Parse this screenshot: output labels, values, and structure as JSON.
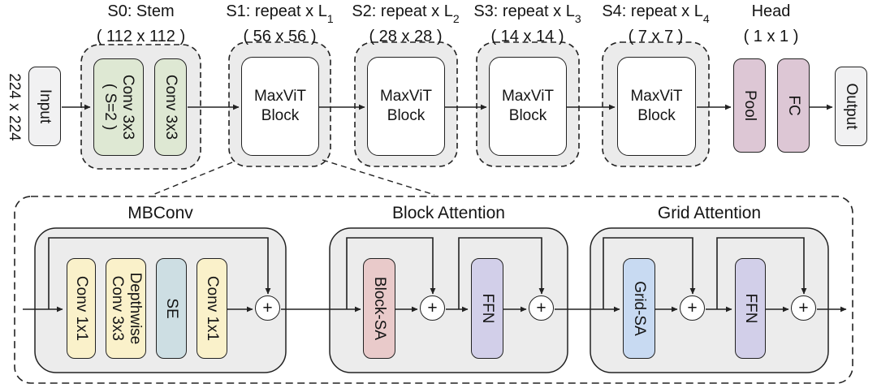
{
  "diagram": {
    "input": {
      "dim_label": "224 x 224",
      "label": "Input"
    },
    "stages": [
      {
        "title": "S0: Stem",
        "sub": "",
        "size": "( 112 x 112 )"
      },
      {
        "title": "S1: repeat x L",
        "sub": "1",
        "size": "( 56 x 56 )"
      },
      {
        "title": "S2: repeat x L",
        "sub": "2",
        "size": "( 28 x 28 )"
      },
      {
        "title": "S3: repeat x L",
        "sub": "3",
        "size": "( 14 x 14 )"
      },
      {
        "title": "S4: repeat x L",
        "sub": "4",
        "size": "( 7 x 7 )"
      },
      {
        "title": "Head",
        "sub": "",
        "size": "( 1 x 1 )"
      }
    ],
    "stem": {
      "conv1_line1": "Conv 3x3",
      "conv1_line2": "( S=2 )",
      "conv2": "Conv 3x3"
    },
    "maxvit_block_label": "MaxViT Block",
    "head": {
      "pool": "Pool",
      "fc": "FC"
    },
    "output_label": "Output",
    "expanded": {
      "mbconv": {
        "title": "MBConv",
        "conv_a": "Conv 1x1",
        "dw_line1": "Depthwise",
        "dw_line2": "Conv 3x3",
        "se": "SE",
        "conv_b": "Conv 1x1"
      },
      "block_attention": {
        "title": "Block Attention",
        "sa": "Block-SA",
        "ffn": "FFN"
      },
      "grid_attention": {
        "title": "Grid Attention",
        "sa": "Grid-SA",
        "ffn": "FFN"
      },
      "residual_plus": "+"
    },
    "colors": {
      "stage_fill": "#ebebeb",
      "group_fill": "#ececec",
      "stem_conv": "#dee8d3",
      "head_fill": "#ddc7d5",
      "io_fill": "#f1f1f2",
      "mbconv_conv": "#faf1ca",
      "se_fill": "#cddee3",
      "block_sa": "#e9caca",
      "ffn": "#d2cfe9",
      "grid_sa": "#c8daf2",
      "line": "#222222"
    }
  }
}
